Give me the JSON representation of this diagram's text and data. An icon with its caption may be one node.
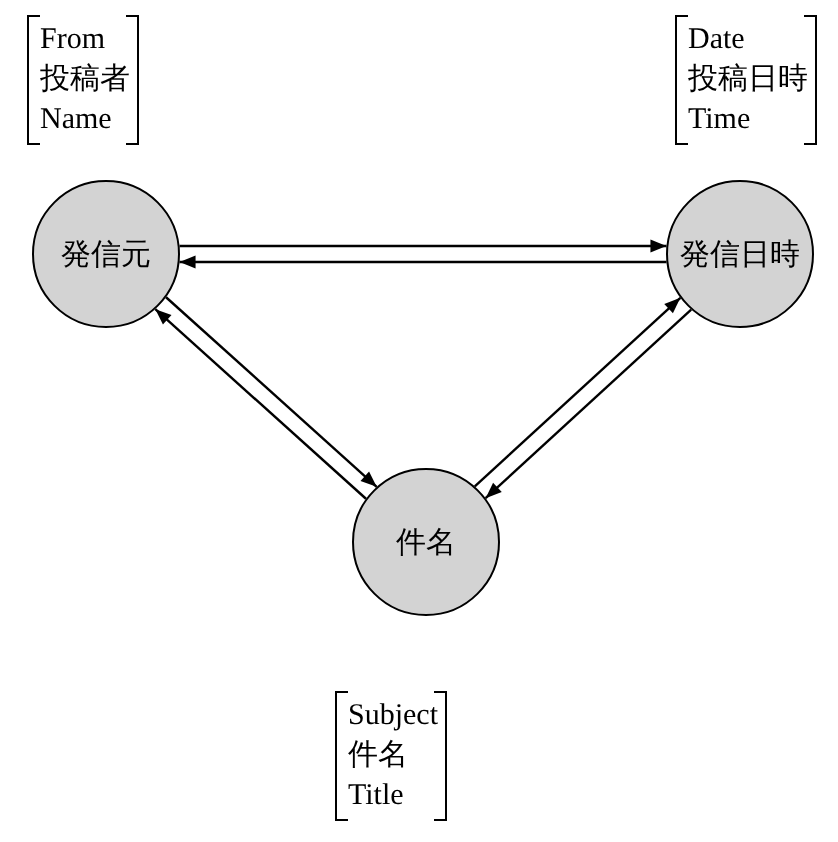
{
  "diagram": {
    "nodes": [
      {
        "text": [
          "発信元"
        ],
        "beside": [
          "From",
          "投稿者",
          "Name"
        ]
      },
      {
        "text": [
          "発信日時"
        ],
        "beside": [
          "Date",
          "投稿日時",
          "Time"
        ]
      },
      {
        "text": [
          "件名"
        ],
        "beside": [
          "Subject",
          "件名",
          "Title"
        ]
      }
    ],
    "edges": [
      {
        "from": 0,
        "to": 1,
        "arrow": "to"
      },
      {
        "from": 1,
        "to": 0,
        "arrow": "to"
      },
      {
        "from": 0,
        "to": 2,
        "arrow": "to"
      },
      {
        "from": 2,
        "to": 0,
        "arrow": "to"
      },
      {
        "from": 2,
        "to": 1,
        "arrow": "to"
      },
      {
        "from": 1,
        "to": 2,
        "arrow": "to"
      }
    ]
  }
}
